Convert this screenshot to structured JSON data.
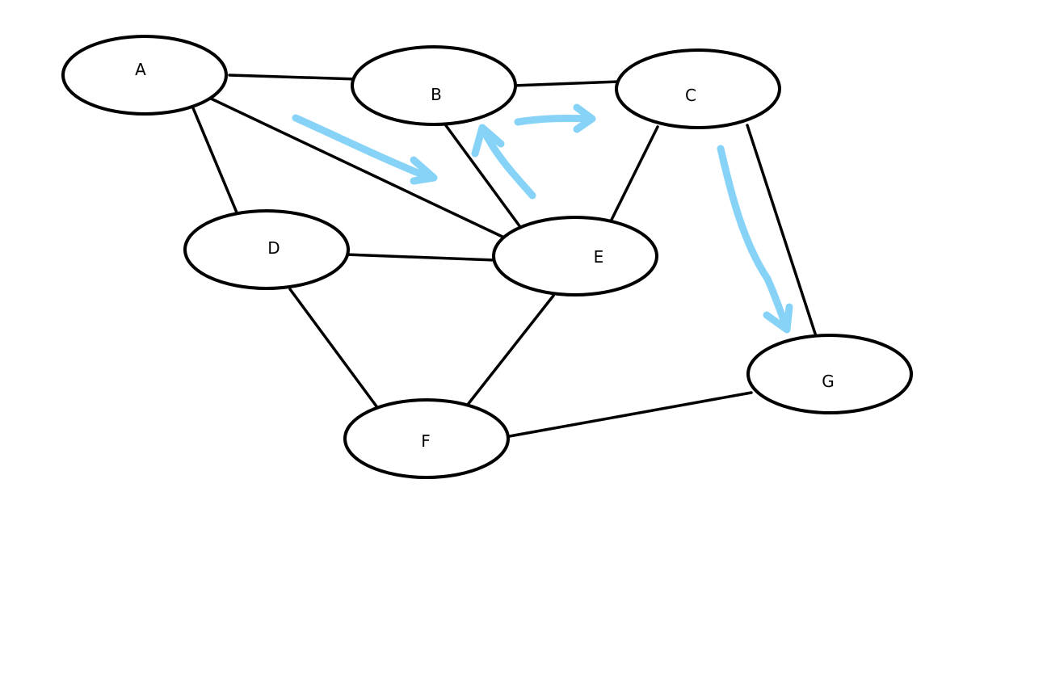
{
  "diagram": {
    "nodes": [
      {
        "id": "A",
        "label": "A"
      },
      {
        "id": "B",
        "label": "B"
      },
      {
        "id": "C",
        "label": "C"
      },
      {
        "id": "D",
        "label": "D"
      },
      {
        "id": "E",
        "label": "E"
      },
      {
        "id": "F",
        "label": "F"
      },
      {
        "id": "G",
        "label": "G"
      }
    ],
    "edges": [
      {
        "from": "A",
        "to": "B"
      },
      {
        "from": "B",
        "to": "C"
      },
      {
        "from": "A",
        "to": "D"
      },
      {
        "from": "A",
        "to": "E"
      },
      {
        "from": "B",
        "to": "E"
      },
      {
        "from": "C",
        "to": "E"
      },
      {
        "from": "C",
        "to": "G"
      },
      {
        "from": "D",
        "to": "E"
      },
      {
        "from": "D",
        "to": "F"
      },
      {
        "from": "E",
        "to": "F"
      },
      {
        "from": "F",
        "to": "G"
      }
    ],
    "highlighted_path": [
      "A",
      "E",
      "B",
      "C",
      "G"
    ],
    "colors": {
      "node_stroke": "#000000",
      "edge": "#000000",
      "path_arrow": "#87d3f8",
      "background": "#ffffff"
    }
  }
}
